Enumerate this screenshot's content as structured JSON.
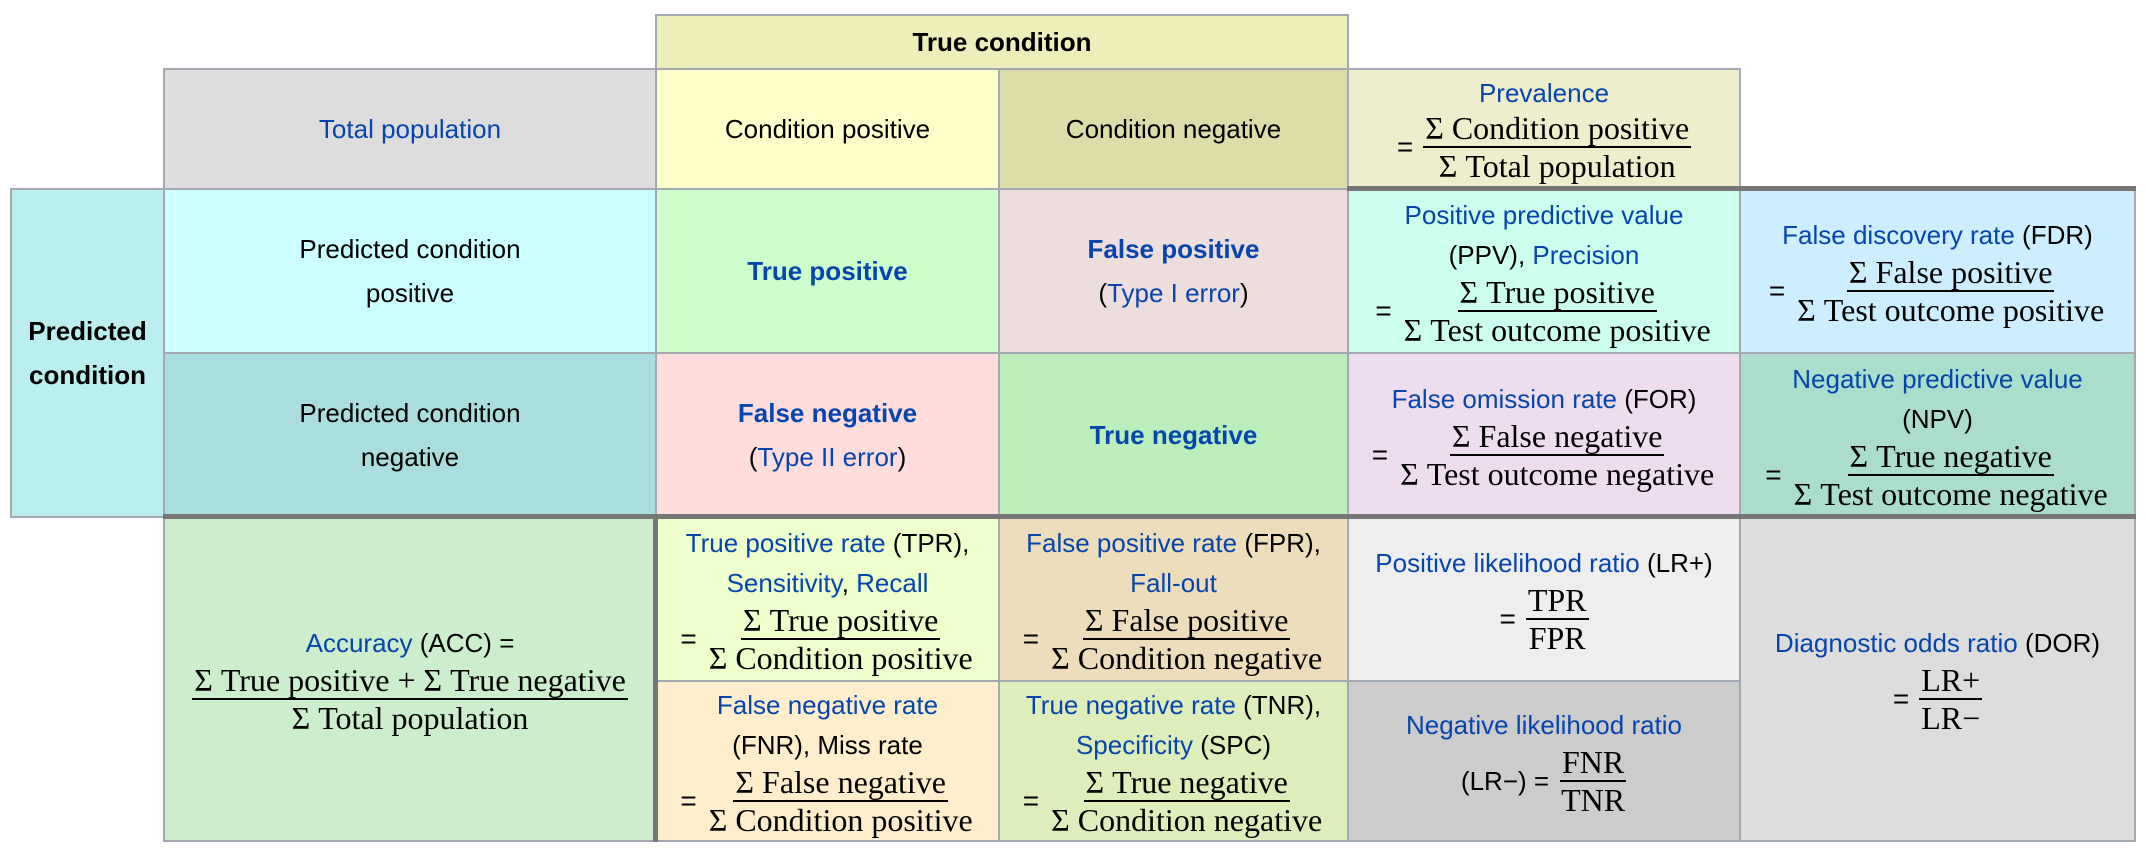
{
  "true_condition": "True condition",
  "total_population": "Total population",
  "condition_positive": "Condition positive",
  "condition_negative": "Condition negative",
  "prevalence": {
    "label": "Prevalence",
    "eq": "=",
    "num": "Σ Condition positive",
    "den": "Σ Total population"
  },
  "predicted_condition": "Predicted condition",
  "predicted_positive_l1": "Predicted condition",
  "predicted_positive_l2": "positive",
  "predicted_negative_l1": "Predicted condition",
  "predicted_negative_l2": "negative",
  "true_positive": "True positive",
  "false_positive": "False positive",
  "type1_open": "(",
  "type1": "Type I error",
  "type1_close": ")",
  "false_negative": "False negative",
  "type2_open": "(",
  "type2": "Type II error",
  "type2_close": ")",
  "true_negative": "True negative",
  "ppv": {
    "label": "Positive predictive value",
    "abbr": "(PPV), ",
    "alt": "Precision",
    "eq": "=",
    "num": "Σ True positive",
    "den": "Σ Test outcome positive"
  },
  "fdr": {
    "label": "False discovery rate",
    "abbr": " (FDR)",
    "eq": "=",
    "num": "Σ False positive",
    "den": "Σ Test outcome positive"
  },
  "for_rate": {
    "label": "False omission rate",
    "abbr": " (FOR)",
    "eq": "=",
    "num": "Σ False negative",
    "den": "Σ Test outcome negative"
  },
  "npv": {
    "label": "Negative predictive value",
    "abbr": "(NPV)",
    "eq": "=",
    "num": "Σ True negative",
    "den": "Σ Test outcome negative"
  },
  "accuracy": {
    "label": "Accuracy",
    "abbr": " (ACC) =",
    "num": "Σ True positive + Σ True negative",
    "den": "Σ Total population"
  },
  "tpr": {
    "label": "True positive rate",
    "abbr": " (TPR),",
    "alt1": "Sensitivity",
    "sep": ", ",
    "alt2": "Recall",
    "eq": "=",
    "num": "Σ True positive",
    "den": "Σ Condition positive"
  },
  "fpr": {
    "label": "False positive rate",
    "abbr": " (FPR),",
    "alt": "Fall-out",
    "eq": "=",
    "num": "Σ False positive",
    "den": "Σ Condition negative"
  },
  "fnr": {
    "label": "False negative rate",
    "abbr": "(FNR), Miss rate",
    "eq": "=",
    "num": "Σ False negative",
    "den": "Σ Condition positive"
  },
  "tnr": {
    "label": "True negative rate",
    "abbr": " (TNR),",
    "alt": "Specificity",
    "alt_abbr": " (SPC)",
    "eq": "=",
    "num": "Σ True negative",
    "den": "Σ Condition negative"
  },
  "lr_pos": {
    "label": "Positive likelihood ratio",
    "abbr": " (LR+)",
    "eq": "=",
    "num": "TPR",
    "den": "FPR"
  },
  "lr_neg": {
    "label": "Negative likelihood ratio",
    "abbr": "(LR−) =",
    "num": "FNR",
    "den": "TNR"
  },
  "dor": {
    "label": "Diagnostic odds ratio",
    "abbr": " (DOR)",
    "eq": "=",
    "num": "LR+",
    "den": "LR−"
  },
  "colors": {
    "true_condition": "#eeeebb",
    "total_population": "#dddddd",
    "condition_positive": "#ffffcc",
    "condition_negative": "#ddddaa",
    "prevalence": "#eeeecc",
    "predicted_condition": "#bbeeee",
    "predicted_positive": "#ccffff",
    "predicted_negative": "#aadddd",
    "true_positive": "#ccffcc",
    "false_positive": "#eedddd",
    "false_negative": "#ffdddd",
    "true_negative": "#bbeebb",
    "ppv": "#ccffee",
    "fdr": "#cceeff",
    "for": "#eeddee",
    "npv": "#aaddcc",
    "accuracy": "#cceecc",
    "tpr": "#eeffcc",
    "fpr": "#eeddbb",
    "fnr": "#ffeecc",
    "tnr": "#ddeebb",
    "lr_pos": "#eeeeee",
    "lr_neg": "#cccccc",
    "dor": "#dddddd",
    "link": "#0645ad"
  }
}
